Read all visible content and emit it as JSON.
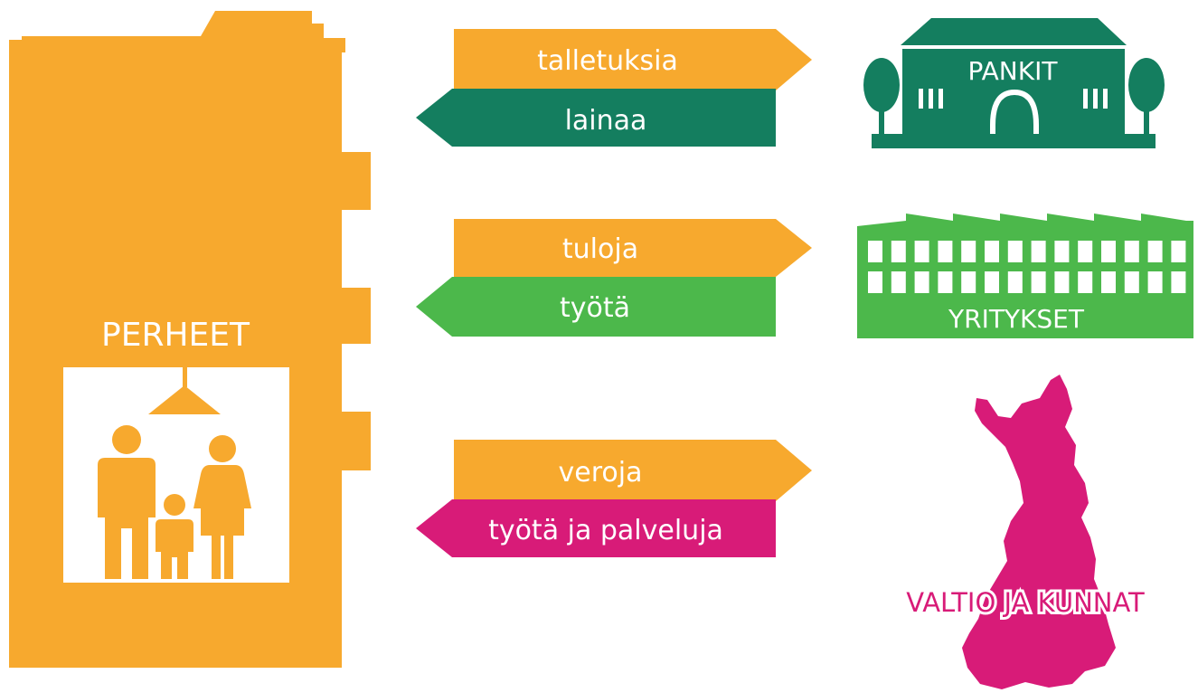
{
  "colors": {
    "orange": "#F7A92E",
    "dark_green": "#147E5F",
    "light_green": "#4CB84B",
    "magenta": "#D81B78",
    "white": "#FFFFFF"
  },
  "households": {
    "label": "PERHEET",
    "icon": "family-under-lamp-icon"
  },
  "flows": [
    {
      "counterparty": "banks",
      "from_households": "talletuksia",
      "to_households": "lainaa"
    },
    {
      "counterparty": "companies",
      "from_households": "tuloja",
      "to_households": "työtä"
    },
    {
      "counterparty": "public",
      "from_households": "veroja",
      "to_households": "työtä ja palveluja"
    }
  ],
  "entities": {
    "banks": {
      "label": "PANKIT",
      "icon": "bank-building-icon"
    },
    "companies": {
      "label": "YRITYKSET",
      "icon": "factory-icon"
    },
    "public": {
      "label": "VALTIO JA KUNNAT",
      "icon": "finland-map-icon"
    }
  }
}
